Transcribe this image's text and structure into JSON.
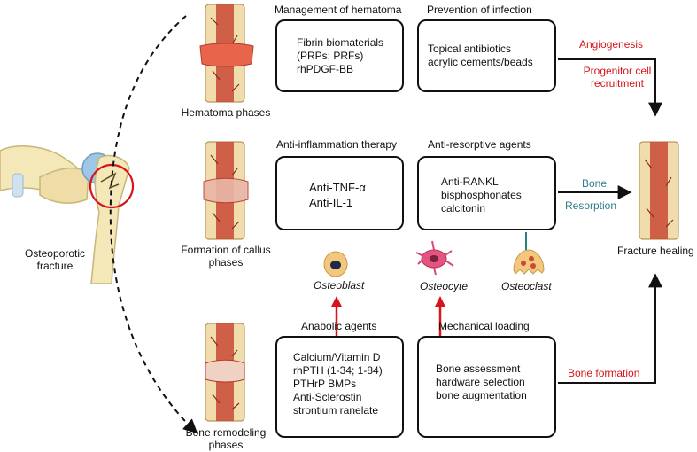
{
  "left": {
    "label_line1": "Osteoporotic",
    "label_line2": "fracture"
  },
  "phases": {
    "hematoma": "Hematoma phases",
    "callus_line1": "Formation of callus",
    "callus_line2": "phases",
    "remodeling_line1": "Bone remodeling",
    "remodeling_line2": "phases"
  },
  "headings": {
    "hematoma_mgmt": "Management of hematoma",
    "infection": "Prevention of infection",
    "anti_inflammation": "Anti-inflammation therapy",
    "anti_resorptive": "Anti-resorptive agents",
    "anabolic": "Anabolic agents",
    "mechanical": "Mechanical loading"
  },
  "boxes": {
    "hematoma": [
      "Fibrin biomaterials",
      "(PRPs; PRFs)",
      "rhPDGF-BB"
    ],
    "infection": [
      "Topical antibiotics",
      "acrylic cements/beads"
    ],
    "inflammation": [
      "Anti-TNF-α",
      "Anti-IL-1"
    ],
    "resorptive": [
      "Anti-RANKL",
      "bisphosphonates",
      "calcitonin"
    ],
    "anabolic": [
      "Calcium/Vitamin D",
      "rhPTH (1-34; 1-84)",
      "PTHrP BMPs",
      "Anti-Sclerostin",
      "strontium ranelate"
    ],
    "mechanical": [
      "Bone assessment",
      "hardware selection",
      "bone augmentation"
    ]
  },
  "arrow_labels": {
    "angiogenesis": "Angiogenesis",
    "progenitor_line1": "Progenitor cell",
    "progenitor_line2": "recruitment",
    "bone": "Bone",
    "resorption": "Resorption",
    "bone_formation": "Bone formation"
  },
  "cells": {
    "osteoblast": "Osteoblast",
    "osteocyte": "Osteocyte",
    "osteoclast": "Osteoclast"
  },
  "outcome": "Fracture healing",
  "colors": {
    "red": "#d7141a",
    "teal": "#2b7f86",
    "bone": "#f1dcae",
    "marrow": "#b23a2a"
  }
}
